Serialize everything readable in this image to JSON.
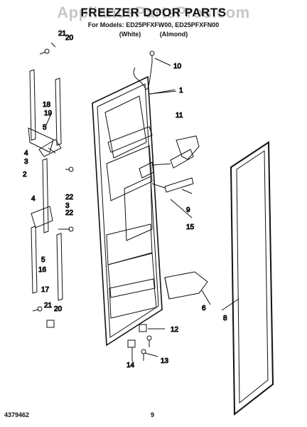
{
  "header": {
    "title": "FREEZER DOOR PARTS",
    "watermark": "AppliancePartsPros.com",
    "subtitle": "For Models: ED25PFXFW00, ED25PFXFN00",
    "color_white": "(White)",
    "color_almond": "(Almond)"
  },
  "callouts": [
    "21",
    "20",
    "10",
    "1",
    "18",
    "19",
    "5",
    "11",
    "4",
    "3",
    "2",
    "22",
    "9",
    "4",
    "3",
    "22",
    "15",
    "5",
    "16",
    "17",
    "6",
    "8",
    "21",
    "20",
    "12",
    "13",
    "14"
  ],
  "footer": {
    "doc_number": "4379462",
    "page_number": "9"
  }
}
